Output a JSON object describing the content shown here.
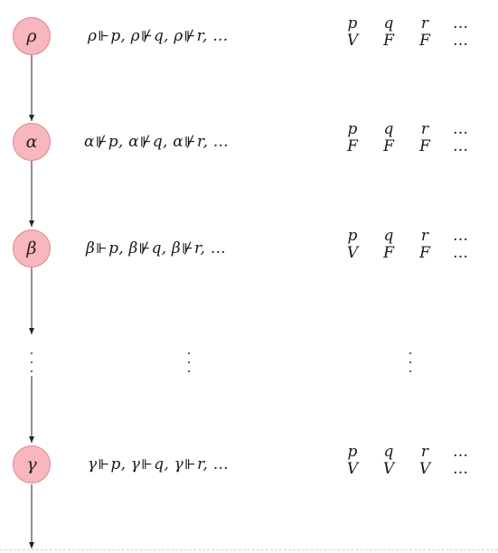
{
  "worlds": [
    {
      "label": "ρ",
      "formula": [
        {
          "w": "ρ",
          "op": "⊩",
          "v": "p",
          "sep": ",  "
        },
        {
          "w": "ρ",
          "op": "⊮",
          "v": "q",
          "sep": ", "
        },
        {
          "w": "ρ",
          "op": "⊮",
          "v": "r",
          "sep": ", …"
        }
      ],
      "table": {
        "vars": [
          "p",
          "q",
          "r",
          "…"
        ],
        "vals": [
          "V",
          "F",
          "F",
          "…"
        ]
      }
    },
    {
      "label": "α",
      "formula": [
        {
          "w": "α",
          "op": "⊮",
          "v": "p",
          "sep": ",  "
        },
        {
          "w": "α",
          "op": "⊮",
          "v": "q",
          "sep": ", "
        },
        {
          "w": "α",
          "op": "⊮",
          "v": "r",
          "sep": ", …"
        }
      ],
      "table": {
        "vars": [
          "p",
          "q",
          "r",
          "…"
        ],
        "vals": [
          "F",
          "F",
          "F",
          "…"
        ]
      }
    },
    {
      "label": "β",
      "formula": [
        {
          "w": "β",
          "op": "⊩",
          "v": "p",
          "sep": ",  "
        },
        {
          "w": "β",
          "op": "⊮",
          "v": "q",
          "sep": ", "
        },
        {
          "w": "β",
          "op": "⊮",
          "v": "r",
          "sep": ", …"
        }
      ],
      "table": {
        "vars": [
          "p",
          "q",
          "r",
          "…"
        ],
        "vals": [
          "V",
          "F",
          "F",
          "…"
        ]
      }
    },
    {
      "label": "γ",
      "formula": [
        {
          "w": "γ",
          "op": "⊩",
          "v": "p",
          "sep": ",  "
        },
        {
          "w": "γ",
          "op": "⊩",
          "v": "q",
          "sep": ", "
        },
        {
          "w": "γ",
          "op": "⊩",
          "v": "r",
          "sep": ", …"
        }
      ],
      "table": {
        "vars": [
          "p",
          "q",
          "r",
          "…"
        ],
        "vals": [
          "V",
          "V",
          "V",
          "…"
        ]
      }
    }
  ]
}
